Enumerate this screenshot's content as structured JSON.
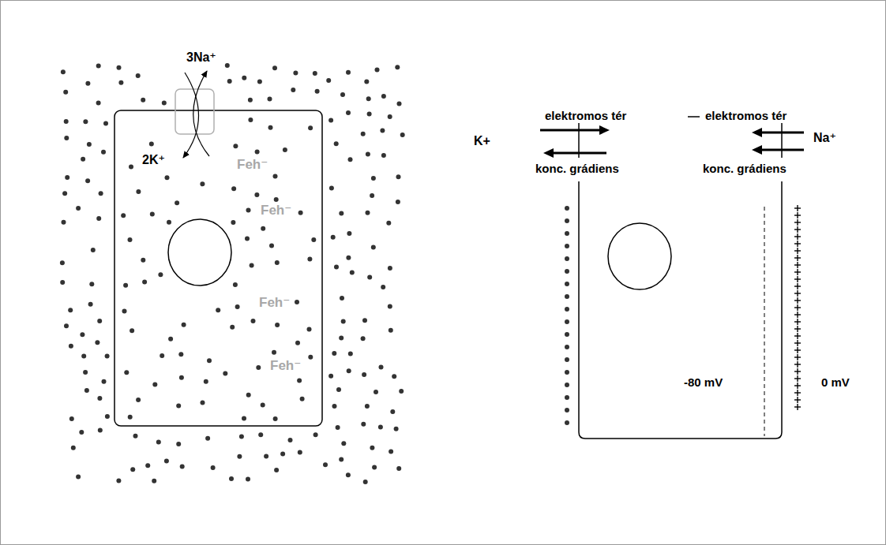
{
  "diagram": {
    "labels": [
      "3Na⁺",
      "2K⁺",
      "Feh⁻",
      "Feh⁻",
      "Feh⁻",
      "Feh⁻",
      "elektromos tér",
      "elektromos tér",
      "K+",
      "Na⁺",
      "konc. grádiens",
      "konc. grádiens",
      "-80 mV",
      "0 mV"
    ]
  }
}
